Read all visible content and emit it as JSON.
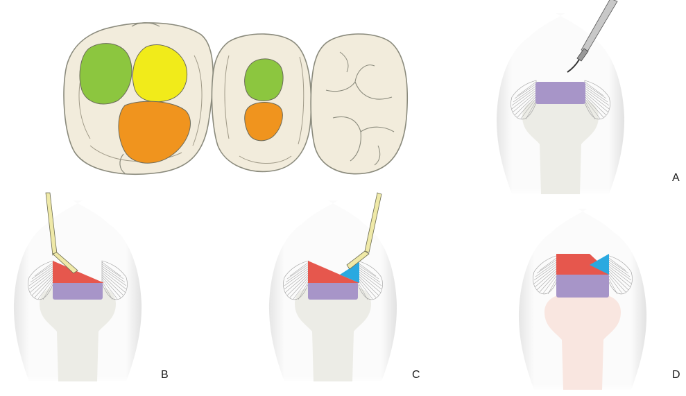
{
  "panels": [
    {
      "id": "occlusal",
      "label": ""
    },
    {
      "id": "A",
      "label": "A"
    },
    {
      "id": "B",
      "label": "B"
    },
    {
      "id": "C",
      "label": "C"
    },
    {
      "id": "D",
      "label": "D"
    }
  ],
  "colors": {
    "tooth_outline": "#8a8a7c",
    "occlusal_fill": "#f2ecdc",
    "green": "#8cc63f",
    "yellow": "#f1eb1a",
    "orange": "#f0941e",
    "crown_fill": "#ffffff",
    "crown_shade": "#ebebeb",
    "pulp_grey": "#ecece6",
    "pulp_pink": "#f9e6e0",
    "purple": "#a795c8",
    "red": "#e6574d",
    "blue": "#2aa9e0",
    "cream_instrument": "#efe9a8"
  }
}
